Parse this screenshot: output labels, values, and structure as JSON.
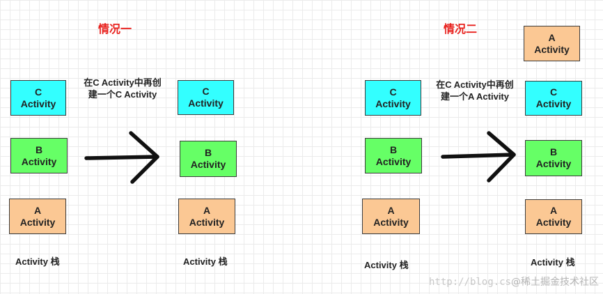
{
  "colors": {
    "a_box": "#fbc894",
    "b_box": "#66ff66",
    "c_box": "#33ffff",
    "title": "#e8201c",
    "arrow": "#111111"
  },
  "case1": {
    "title": "情况一",
    "caption_line1": "在C Activity中再创",
    "caption_line2": "建一个C Activity",
    "before": {
      "c": {
        "letter": "C",
        "label": "Activity"
      },
      "b": {
        "letter": "B",
        "label": "Activity"
      },
      "a": {
        "letter": "A",
        "label": "Activity"
      },
      "stack_label": "Activity 栈"
    },
    "after": {
      "c": {
        "letter": "C",
        "label": "Activity"
      },
      "b": {
        "letter": "B",
        "label": "Activity"
      },
      "a": {
        "letter": "A",
        "label": "Activity"
      },
      "stack_label": "Activity 栈"
    }
  },
  "case2": {
    "title": "情况二",
    "caption_line1": "在C Activity中再创",
    "caption_line2": "建一个A Activity",
    "before": {
      "c": {
        "letter": "C",
        "label": "Activity"
      },
      "b": {
        "letter": "B",
        "label": "Activity"
      },
      "a": {
        "letter": "A",
        "label": "Activity"
      },
      "stack_label": "Activity 栈"
    },
    "after": {
      "a_top": {
        "letter": "A",
        "label": "Activity"
      },
      "c": {
        "letter": "C",
        "label": "Activity"
      },
      "b": {
        "letter": "B",
        "label": "Activity"
      },
      "a": {
        "letter": "A",
        "label": "Activity"
      },
      "stack_label": "Activity 栈"
    }
  },
  "watermark": {
    "url": "http://blog.cs",
    "brand": "@稀土掘金技术社区"
  }
}
